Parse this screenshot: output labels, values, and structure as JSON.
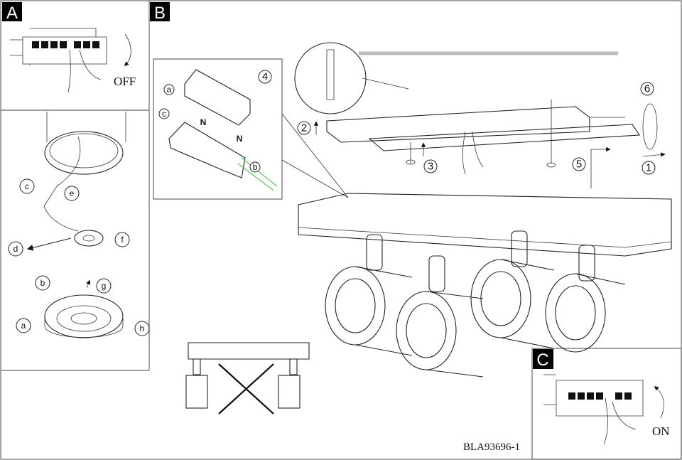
{
  "panels": {
    "a": {
      "label": "A",
      "switch_text": "OFF"
    },
    "b": {
      "label": "B"
    },
    "c": {
      "label": "C",
      "switch_text": "ON"
    }
  },
  "lower_left_letters": [
    "c",
    "e",
    "d",
    "f",
    "b",
    "g",
    "a",
    "h"
  ],
  "inset": {
    "step": "4",
    "letters": [
      "a",
      "c",
      "b"
    ],
    "marks": [
      "N",
      "N"
    ]
  },
  "steps": [
    "1",
    "2",
    "3",
    "5",
    "6"
  ],
  "model_code": "BLA93696-1",
  "colors": {
    "line": "#222222",
    "wire_accent": "#3fbf3f",
    "label_bg": "#000000"
  }
}
